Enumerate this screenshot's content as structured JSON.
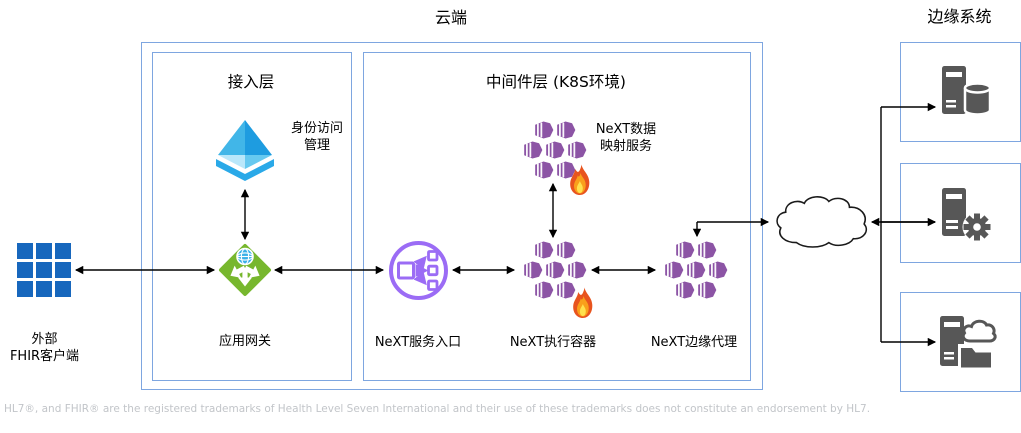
{
  "titles": {
    "cloud_region": "云端",
    "edge_region": "边缘系统"
  },
  "groups": {
    "access_layer": "接入层",
    "middleware_layer": "中间件层 (K8S环境)"
  },
  "nodes": {
    "fhir_client_line1": "外部",
    "fhir_client_line2": "FHIR客户端",
    "identity_line1": "身份访问",
    "identity_line2": "管理",
    "app_gateway": "应用网关",
    "service_entry": "NeXT服务入口",
    "data_mapping_line1": "NeXT数据",
    "data_mapping_line2": "映射服务",
    "exec_container": "NeXT执行容器",
    "edge_proxy": "NeXT边缘代理"
  },
  "footer": {
    "disclaimer": "HL7®, and FHIR® are the registered trademarks of Health Level Seven International and their use of these trademarks does not constitute an endorsement by HL7."
  },
  "icons": {
    "identity": "identity-access-pyramid-icon",
    "gateway": "application-gateway-icon",
    "client": "fhir-client-grid-icon",
    "ingress": "service-ingress-icon",
    "cluster": "container-cluster-icon",
    "flame": "flame-icon",
    "cloud": "cloud-icon",
    "server_db": "server-database-icon",
    "server_gear": "server-gear-icon",
    "server_cloud": "server-cloud-folder-icon"
  },
  "colors": {
    "box_border": "#7ea6e0",
    "cluster_purple": "#8c54a5",
    "ingress_purple": "#9b6cf5",
    "gateway_green": "#77b72e",
    "client_blue": "#1767bd",
    "server_gray": "#575757",
    "arrow_black": "#000000",
    "flame_red": "#e8541e",
    "flame_orange": "#f9a01b",
    "flame_yellow": "#ffe14d",
    "identity_blue": "#2aa9e8"
  }
}
